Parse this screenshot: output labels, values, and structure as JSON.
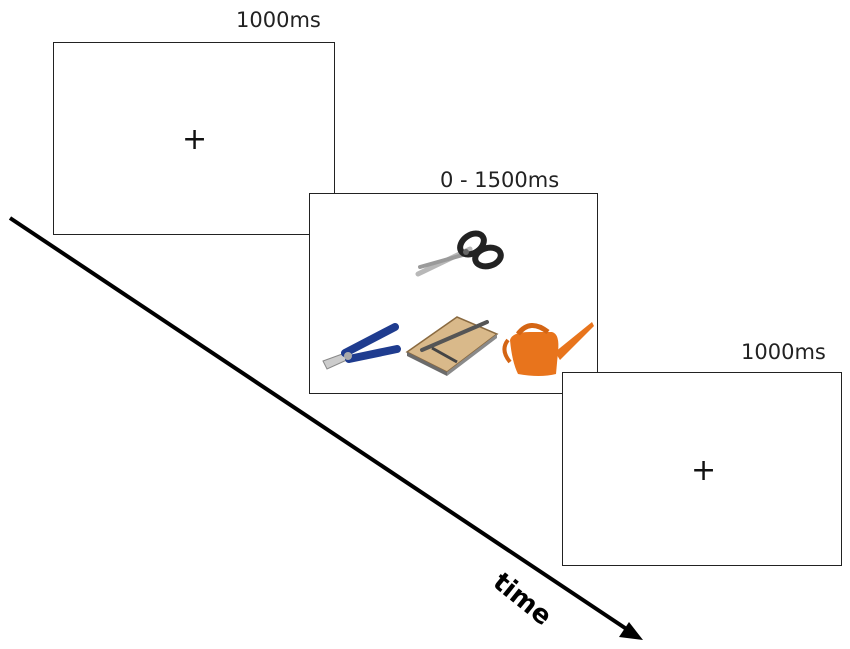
{
  "screens": [
    {
      "duration": "1000ms",
      "content": "+"
    },
    {
      "duration": "0 - 1500ms",
      "items": [
        "scissors",
        "pliers",
        "paper cutter",
        "watering can"
      ]
    },
    {
      "duration": "1000ms",
      "content": "+"
    }
  ],
  "axis": {
    "label": "time"
  },
  "colors": {
    "orange": "#e8741c",
    "blue_handle": "#1f3c8f",
    "wood": "#d9b98a"
  }
}
